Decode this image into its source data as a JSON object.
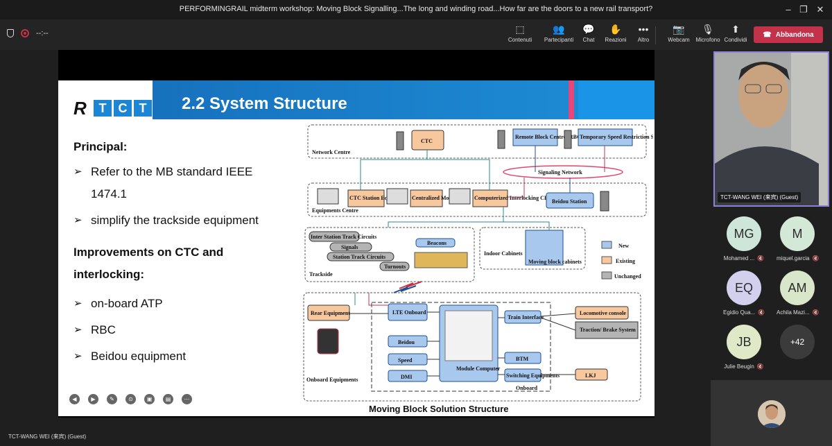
{
  "window": {
    "title": "PERFORMINGRAIL midterm workshop: Moving Block Signalling...The long and winding road...How far are the doors to a new rail transport?"
  },
  "toolbar": {
    "timer": "--:--",
    "contents": "Contenuti",
    "participants": "Partecipanti",
    "chat": "Chat",
    "reactions": "Reazioni",
    "more": "Altro",
    "webcam": "Webcam",
    "mic": "Microfono",
    "share": "Condividi",
    "leave": "Abbandona"
  },
  "slide": {
    "logo_text": [
      "R",
      "T",
      "C",
      "T"
    ],
    "title": "2.2 System Structure",
    "principal_heading": "Principal:",
    "principal_bullets": [
      "Refer to the MB standard IEEE 1474.1",
      "simplify the trackside equipment"
    ],
    "improvements_heading": "Improvements  on CTC and interlocking:",
    "improvement_bullets": [
      "on-board ATP",
      "RBC",
      "Beidou equipment"
    ],
    "caption": "Moving Block Solution Structure",
    "diagram": {
      "network_centre": "Network Centre",
      "ctc": "CTC",
      "rbc": "Remote Block Centre (RBC)",
      "tsrs": "Temporary Speed Restriction System (TSRS)",
      "signaling_network": "Signaling Network",
      "equipments_centre": "Equipments Centre",
      "ctc_station": "CTC Station Equipment",
      "centralized_monitoring": "Centralized Monitoring",
      "ci": "Computerized Interlocking CI",
      "beidou_station": "Beidou Station",
      "inter_station": "Inter Station Track Circuits",
      "signals": "Signals",
      "station_track": "Station Track Circuits",
      "turnouts": "Turnouts",
      "beacons": "Beacons",
      "trackside": "Trackside",
      "indoor_cabinets": "Indoor Cabinets",
      "moving_block_cabinets": "Moving block cabinets",
      "legend_new": "New",
      "legend_existing": "Existing",
      "legend_unchanged": "Unchanged",
      "rear_equipment": "Rear Equipment",
      "lte_onboard": "LTE Onboard",
      "beidou": "Beidou",
      "speed": "Speed",
      "dmi": "DMI",
      "module_computer": "Module Computer",
      "train_interface": "Train Interface",
      "btm": "BTM",
      "switching_equipments": "Switching Equipments",
      "locomotive_console": "Locomotive console",
      "traction_brake": "Traction/ Brake System",
      "lkj": "LKJ",
      "onboard": "Onboard",
      "onboard_equipments": "Onboard Equipments"
    },
    "colors": {
      "new": "#a9c8ee",
      "existing": "#f7c79d",
      "unchanged": "#b4b4b4"
    }
  },
  "participants": {
    "self_name": "TCT-WANG WEI (来宾) (Guest)",
    "tiles": [
      {
        "initials": "MG",
        "name": "Mohamed ...",
        "color": "#cde6d9"
      },
      {
        "initials": "M",
        "name": "miquel.garcia",
        "color": "#d3e8d6"
      },
      {
        "initials": "EQ",
        "name": "Egidio Qua...",
        "color": "#d3d0ee"
      },
      {
        "initials": "AM",
        "name": "Achila Mazi...",
        "color": "#d9e6c9"
      },
      {
        "initials": "JB",
        "name": "Julie Beugin",
        "color": "#dfe9c8"
      }
    ],
    "more_count": "+42"
  },
  "presenter_label": "TCT-WANG WEI (来宾) (Guest)"
}
